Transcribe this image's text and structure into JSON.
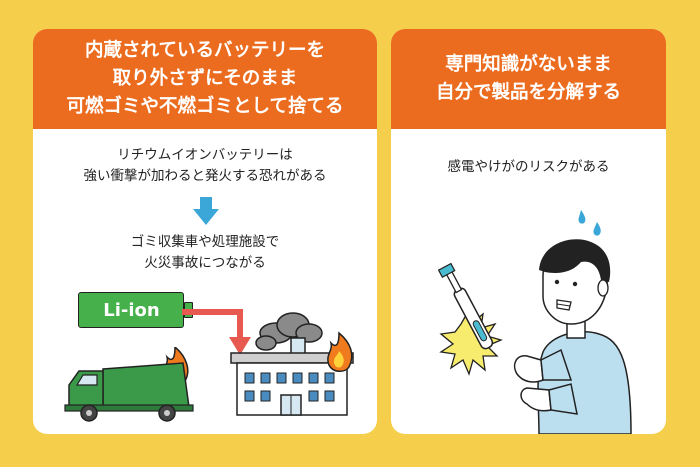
{
  "left_card": {
    "header_lines": [
      "内蔵されているバッテリーを",
      "取り外さずにそのまま",
      "可燃ゴミや不燃ゴミとして捨てる"
    ],
    "risk_lines": [
      "リチウムイオンバッテリーは",
      "強い衝撃が加わると発火する恐れがある"
    ],
    "result_lines": [
      "ゴミ収集車や処理施設で",
      "火災事故につながる"
    ],
    "battery_label": "Li-ion"
  },
  "right_card": {
    "header_lines": [
      "専門知識がないまま",
      "自分で製品を分解する"
    ],
    "risk_text": "感電やけがのリスクがある"
  },
  "colors": {
    "background": "#f5cf4b",
    "header": "#ec6c1f",
    "arrow_blue": "#3aa7d8",
    "arrow_red": "#e85a4f",
    "truck_green": "#3a9a4a",
    "battery_green": "#46b04a"
  },
  "icons": [
    "down-arrow-icon",
    "battery-icon",
    "garbage-truck-icon",
    "fire-icon",
    "factory-icon",
    "shocked-person-icon",
    "electric-toothbrush-icon"
  ]
}
